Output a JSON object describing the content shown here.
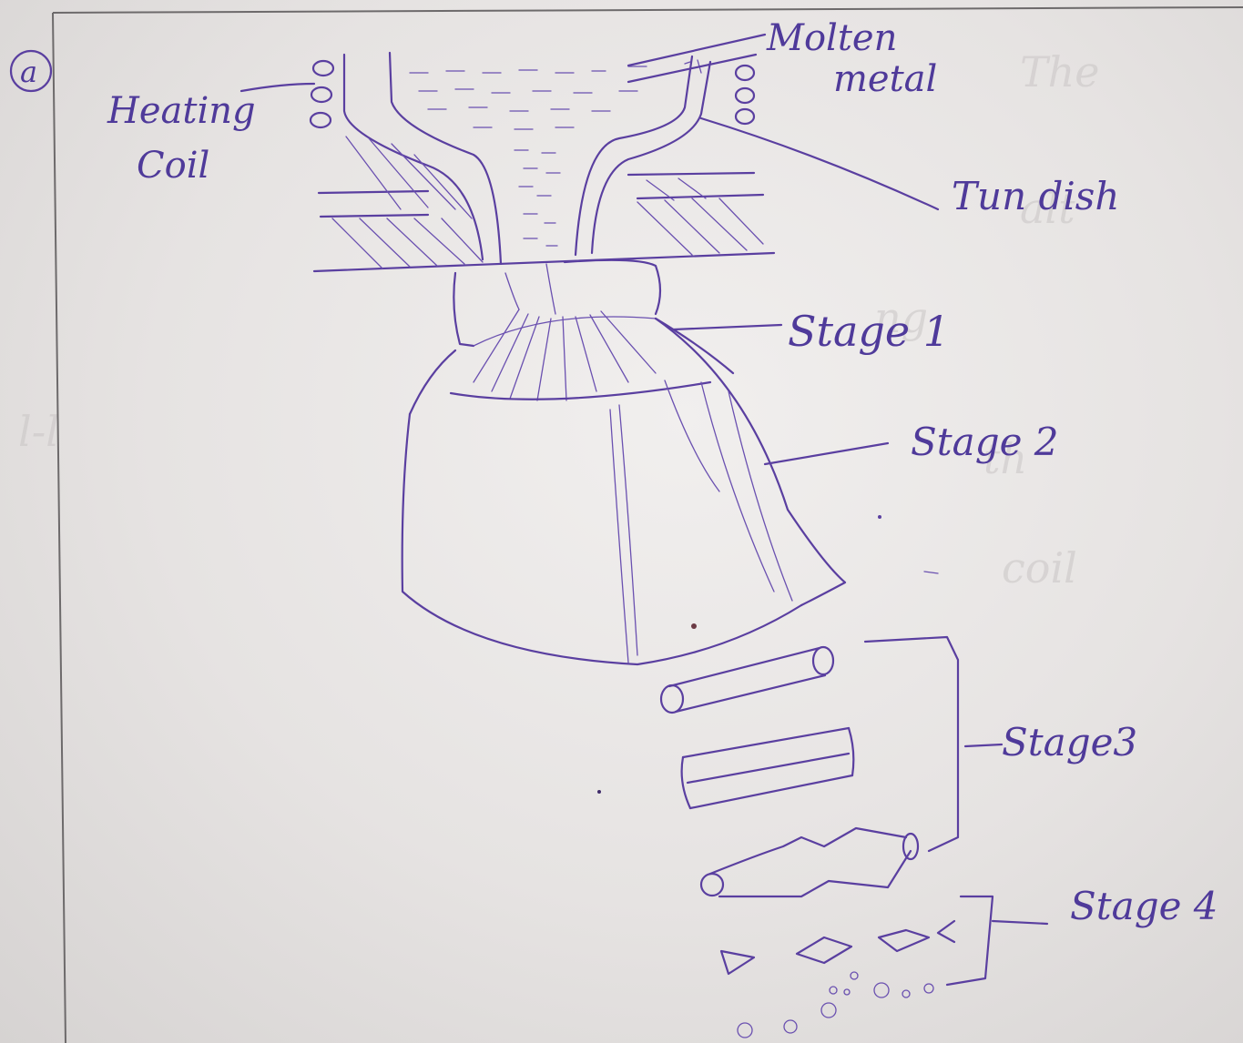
{
  "question_number": "a",
  "labels": {
    "heating_coil": [
      "Heating",
      "Coil"
    ],
    "molten_metal": [
      "Molten",
      "metal"
    ],
    "tundish": "Tun dish",
    "stage1": "Stage 1",
    "stage2": "Stage 2",
    "stage3": "Stage3",
    "stage4": "Stage 4"
  },
  "colors": {
    "ink": "#5a3fa0",
    "paper": "#ebe8e7"
  }
}
